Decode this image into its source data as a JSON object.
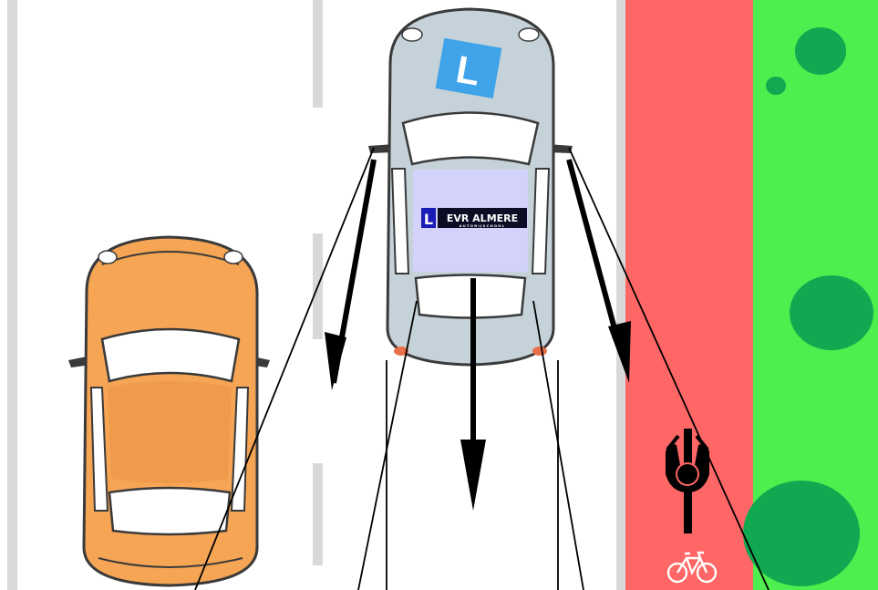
{
  "scene": {
    "description_free": true
  },
  "colors": {
    "road": "#ffffff",
    "lane_marking": "#d9d9d9",
    "bike_lane": "#ff6666",
    "verge_grass": "#4dee4d",
    "bush": "#10a850",
    "orange_car_body": "#f6a555",
    "orange_car_shadow": "#e28a3a",
    "learner_car_body": "#c6d2d9",
    "learner_car_dark": "#9aa9b2",
    "windshield": "#ffffff",
    "car_outline": "#3a3a3a",
    "logo_box": "#d2d2fb",
    "logo_dark": "#0c0c25",
    "l_plate": "#3fa3e9",
    "arrow": "#000000",
    "cyclist": "#000000",
    "bike_symbol": "#ffffff"
  },
  "learner_car": {
    "roof_plate_letter": "L",
    "logo": {
      "letter": "L",
      "name": "EVR ALMERE",
      "subtitle": "AUTORIJSCHOOL"
    }
  },
  "icons": {
    "bike_lane_symbol": "bicycle-icon",
    "cyclist": "cyclist-icon",
    "mirror_arrows": "arrow-down-icon"
  }
}
